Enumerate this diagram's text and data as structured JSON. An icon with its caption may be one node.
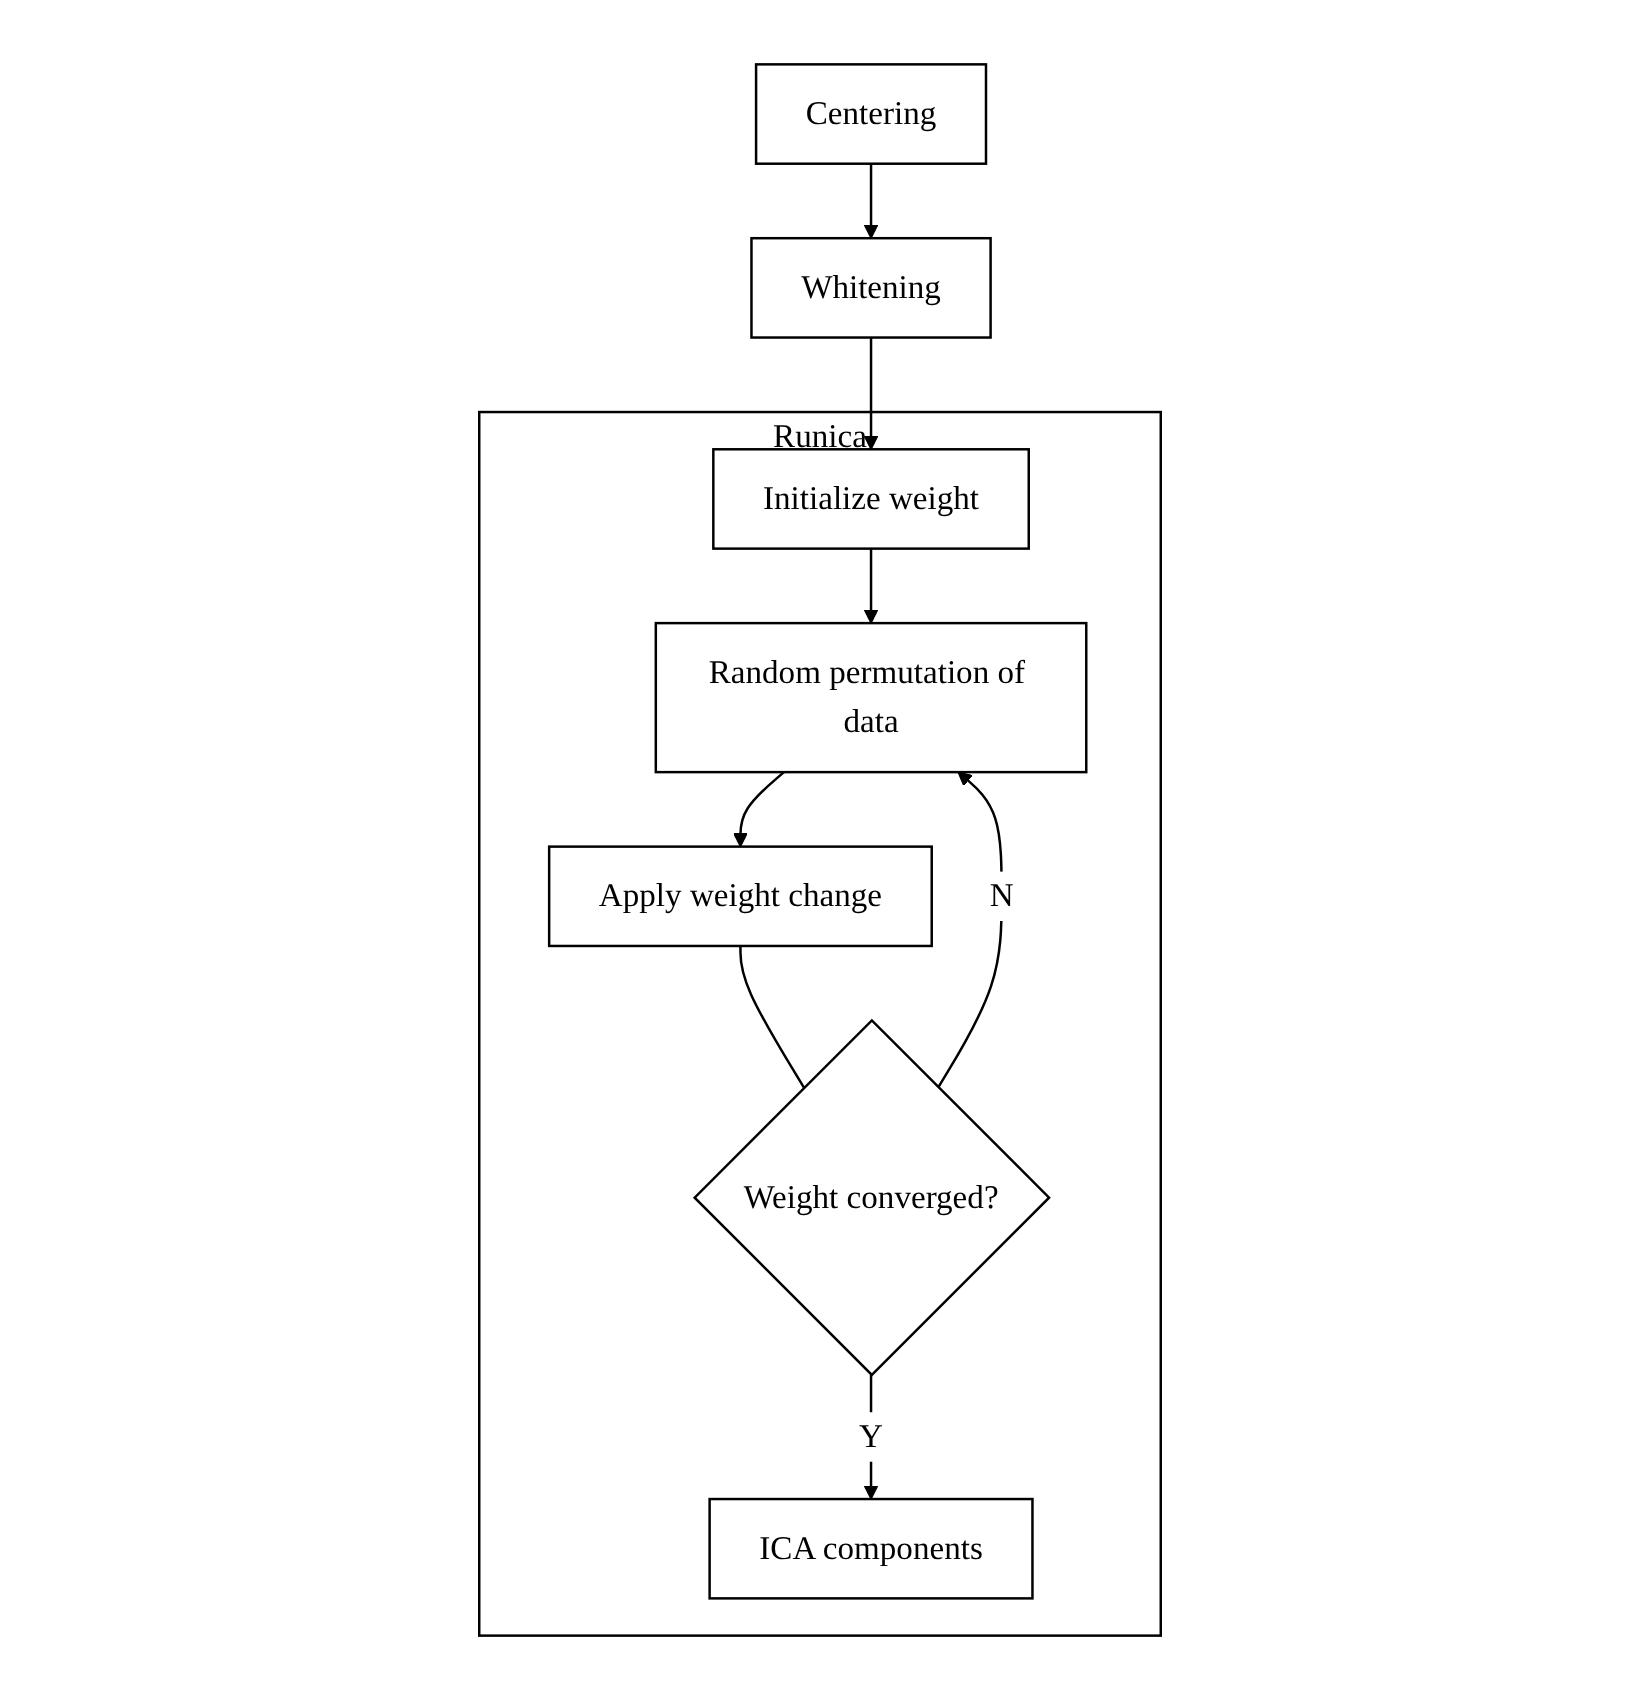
{
  "diagram": {
    "nodes": [
      {
        "text": [
          "Centering"
        ]
      },
      {
        "text": [
          "Whitening"
        ]
      },
      {
        "text": [
          "Runica"
        ]
      },
      {
        "text": [
          "Initialize weight"
        ],
        "in": 2
      },
      {
        "text": [
          "Random permutation of data"
        ],
        "in": 2
      },
      {
        "text": [
          "Apply weight change"
        ],
        "in": 2
      },
      {
        "text": [
          "Weight converged?"
        ],
        "in": 2
      },
      {
        "text": [
          "ICA components"
        ],
        "in": 2
      }
    ],
    "edges": [
      {
        "from": 0,
        "to": 1,
        "arrow": "to"
      },
      {
        "from": 1,
        "to": 3,
        "arrow": "to"
      },
      {
        "from": 3,
        "to": 4,
        "arrow": "to"
      },
      {
        "from": 4,
        "to": 5,
        "arrow": "to"
      },
      {
        "from": 5,
        "to": 6,
        "arrow": "none"
      },
      {
        "from": 6,
        "to": 4,
        "arrow": "to",
        "label": "N"
      },
      {
        "from": 6,
        "to": 7,
        "arrow": "to",
        "label": "Y"
      }
    ]
  }
}
